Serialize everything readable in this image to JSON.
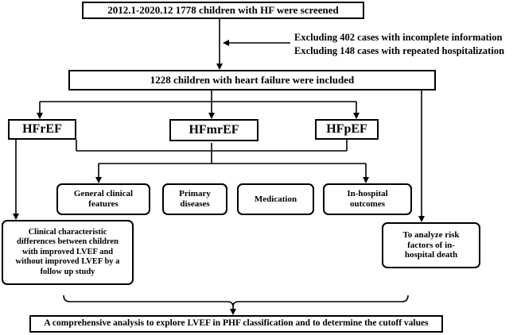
{
  "screen_box": "2012.1-2020.12 1778 children with HF were screened",
  "exclusions": [
    "Excluding 402 cases with incomplete information",
    "Excluding 148 cases with repeated hospitalization"
  ],
  "included_box": "1228 children with heart failure were included",
  "groups": [
    "HFrEF",
    "HFmrEF",
    "HFpEF"
  ],
  "analyses": [
    "General clinical features",
    "Primary diseases",
    "Medication",
    "In-hospital outcomes"
  ],
  "left_study": "Clinical characteristic differences between children with improved LVEF and without improved LVEF by a follow up study",
  "right_study": "To analyze risk factors of in-hospital death",
  "conclusion": "A comprehensive analysis to explore LVEF in PHF classification and to determine the cutoff values"
}
